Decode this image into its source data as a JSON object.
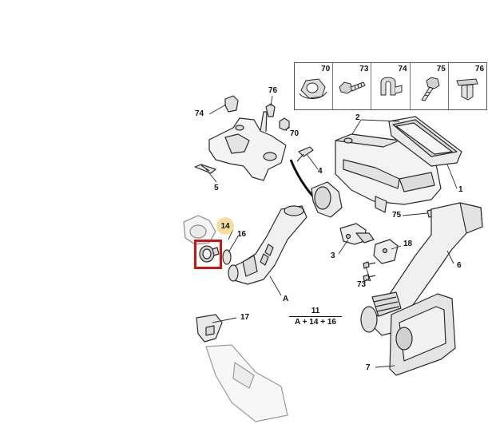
{
  "fasteners": [
    {
      "id": "70",
      "icon": "flange-nut-icon"
    },
    {
      "id": "73",
      "icon": "screw-icon"
    },
    {
      "id": "74",
      "icon": "cable-clip-icon"
    },
    {
      "id": "75",
      "icon": "self-tapping-screw-icon"
    },
    {
      "id": "76",
      "icon": "push-clip-icon"
    }
  ],
  "callouts": {
    "c74": "74",
    "c76": "76",
    "c70": "70",
    "c2": "2",
    "c1": "1",
    "c4": "4",
    "c5": "5",
    "c75": "75",
    "c14": "14",
    "c16": "16",
    "c3": "3",
    "c18": "18",
    "c6": "6",
    "c73": "73",
    "cA": "A",
    "c17": "17",
    "c7": "7"
  },
  "formula": {
    "top": "11",
    "bottom": "A + 14 + 16"
  },
  "colors": {
    "line": "#2b2b2b",
    "part_fill": "#f2f2f2",
    "part_shade": "#d9d9d9",
    "highlight": "#d01414",
    "callout_fill": "#f6df9c"
  }
}
